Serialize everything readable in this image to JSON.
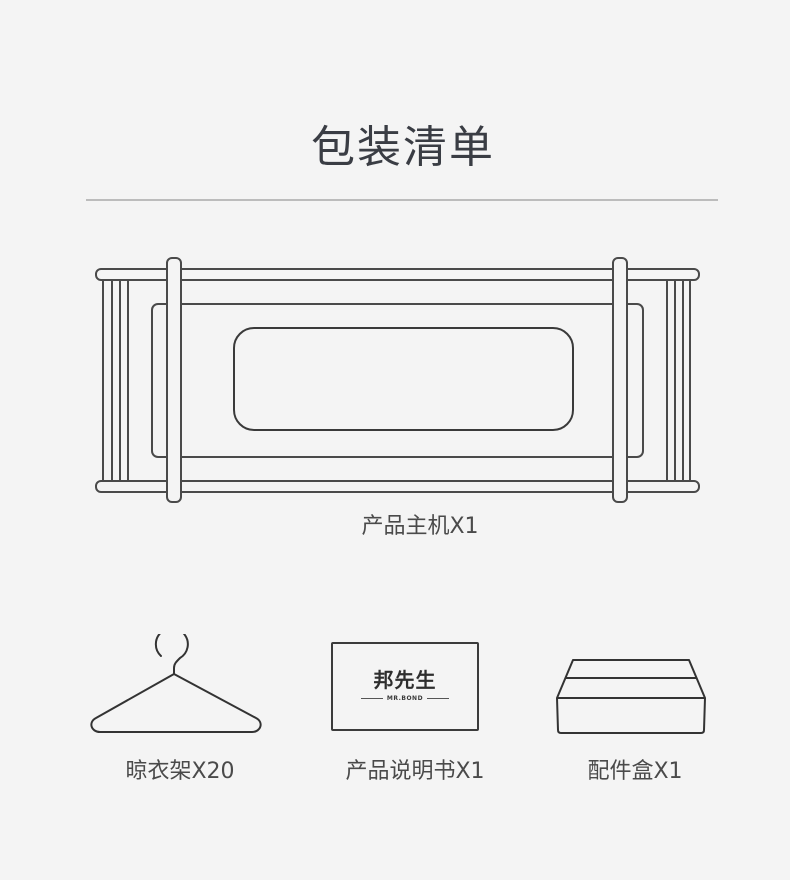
{
  "page": {
    "title": "包装清单",
    "background": "#f4f4f4",
    "divider_color": "#bcbcbc"
  },
  "items": {
    "main_unit": {
      "label": "产品主机X1",
      "icon": "drying-rack-icon"
    },
    "hanger": {
      "label": "晾衣架X20",
      "icon": "hanger-icon"
    },
    "manual": {
      "label": "产品说明书X1",
      "icon": "manual-icon",
      "brand_name": "邦先生",
      "brand_sub": "MR.BOND"
    },
    "accessory_box": {
      "label": "配件盒X1",
      "icon": "box-icon"
    }
  }
}
